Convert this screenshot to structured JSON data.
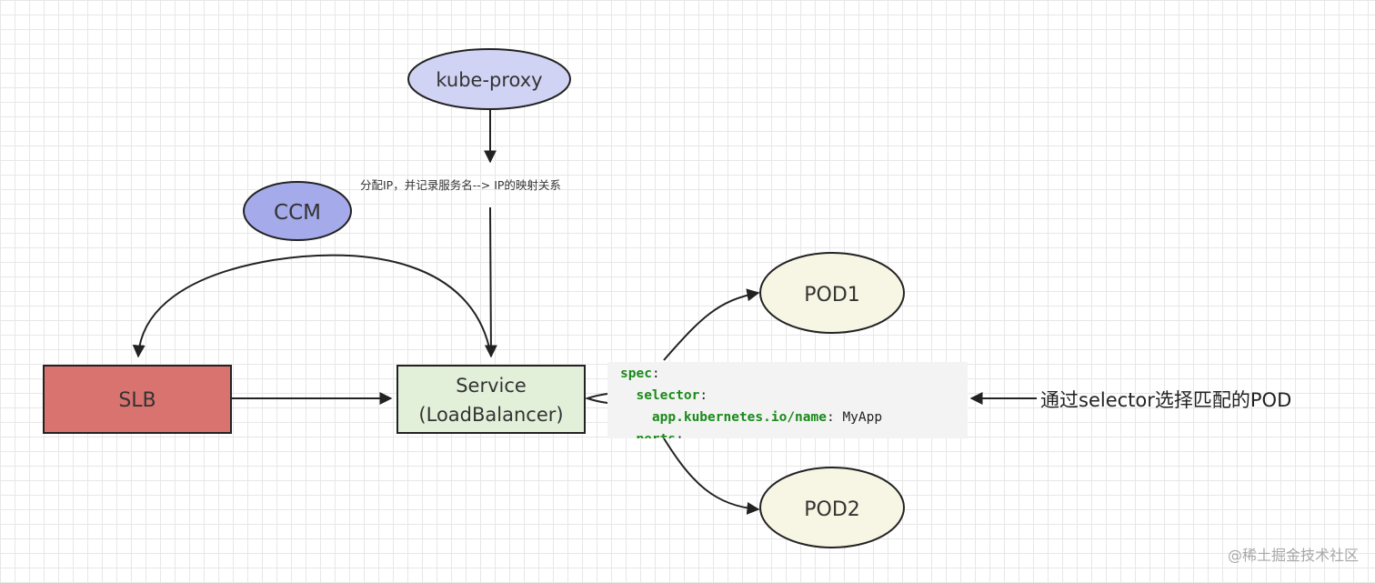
{
  "nodes": {
    "kube_proxy": "kube-proxy",
    "ccm": "CCM",
    "slb": "SLB",
    "service_line1": "Service",
    "service_line2": "(LoadBalancer)",
    "pod1": "POD1",
    "pod2": "POD2"
  },
  "edge_label": "分配IP，并记录服务名--> IP的映射关系",
  "code": {
    "line1_key": "spec",
    "line2_key": "selector",
    "line3_key": "app.kubernetes.io/name",
    "line3_value": "MyApp",
    "line4_key": "ports"
  },
  "side_note": "通过selector选择匹配的POD",
  "watermark": "@稀土掘金技术社区",
  "colors": {
    "kube_proxy_fill": "#d1d3f5",
    "ccm_fill": "#a5aaea",
    "slb_fill": "#d9736f",
    "service_fill": "#e2f0d9",
    "pod_fill": "#f7f5e3",
    "stroke": "#222222",
    "code_key": "#1a8a1a"
  }
}
